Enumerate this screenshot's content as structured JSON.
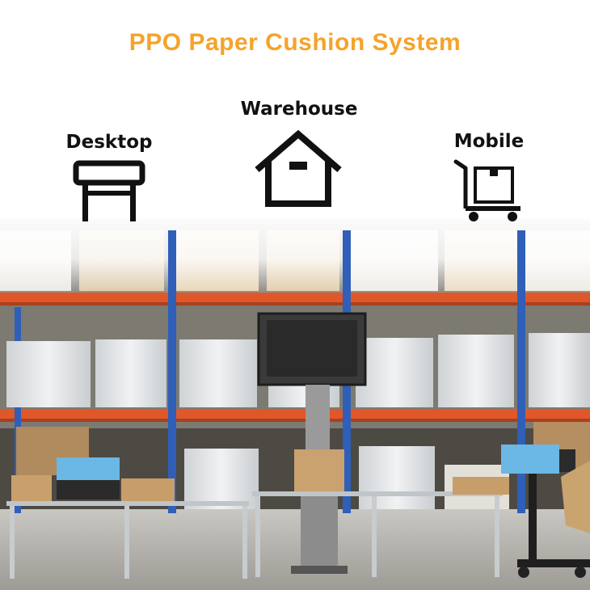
{
  "title": "PPO Paper Cushion System",
  "categories": {
    "desktop": "Desktop",
    "warehouse": "Warehouse",
    "mobile": "Mobile"
  },
  "icons": {
    "desktop": "table-icon",
    "warehouse": "house-icon",
    "mobile": "cart-icon"
  },
  "colors": {
    "title": "#f5a32a",
    "icon": "#111111",
    "rack_orange": "#e0572a",
    "rack_blue": "#2f5fb8",
    "machine_blue": "#6bb7e6"
  }
}
